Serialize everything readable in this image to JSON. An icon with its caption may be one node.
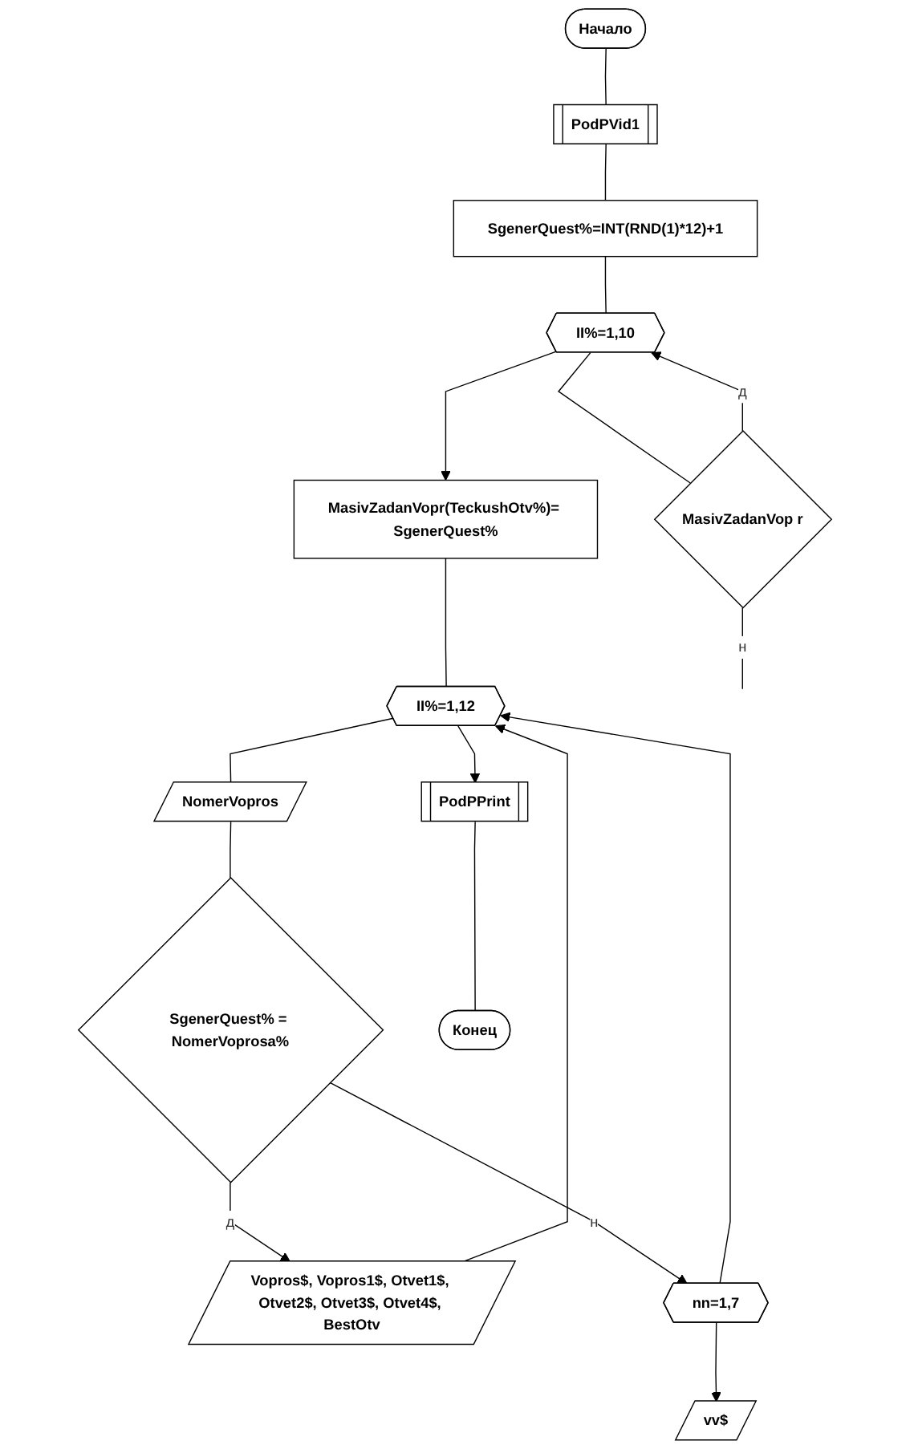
{
  "diagram": {
    "nodes": [
      {
        "text": [
          "Начало"
        ]
      },
      {
        "text": [
          "PodPVid1"
        ]
      },
      {
        "text": [
          "SgenerQuest%=INT(RND(1)*12)+1"
        ]
      },
      {
        "text": [
          "II%=1,10"
        ]
      },
      {
        "text": [
          "MasivZadanVop r"
        ]
      },
      {
        "text": [
          "MasivZadanVopr(TeckushOtv%)= SgenerQuest%"
        ]
      },
      {
        "text": [
          "II%=1,12"
        ]
      },
      {
        "text": [
          "NomerVopros"
        ]
      },
      {
        "text": [
          "SgenerQuest% = NomerVoprosa%"
        ]
      },
      {
        "text": [
          "Vopros$, Vopros1$, Otvet1$, Otvet2$, Otvet3$, Otvet4$, BestOtv"
        ]
      },
      {
        "text": [
          "nn=1,7"
        ]
      },
      {
        "text": [
          "vv$"
        ]
      },
      {
        "text": [
          "PodPPrint"
        ]
      },
      {
        "text": [
          "Конец"
        ]
      }
    ],
    "edges": [
      {
        "from": 0,
        "to": 1,
        "arrow": "none"
      },
      {
        "from": 1,
        "to": 2,
        "arrow": "none"
      },
      {
        "from": 2,
        "to": 3,
        "arrow": "none"
      },
      {
        "from": 3,
        "to": 4,
        "arrow": "none"
      },
      {
        "from": 4,
        "to": 3,
        "arrow": "to",
        "label": "д"
      },
      {
        "from": 4,
        "to": null,
        "arrow": "none",
        "label": "н"
      },
      {
        "from": 3,
        "to": 5,
        "arrow": "to"
      },
      {
        "from": 5,
        "to": 6,
        "arrow": "none"
      },
      {
        "from": 6,
        "to": 7,
        "arrow": "none"
      },
      {
        "from": 7,
        "to": 8,
        "arrow": "none"
      },
      {
        "from": 8,
        "to": 9,
        "arrow": "to",
        "label": "д"
      },
      {
        "from": 8,
        "to": 10,
        "arrow": "to",
        "label": "н"
      },
      {
        "from": 10,
        "to": 11,
        "arrow": "to"
      },
      {
        "from": 9,
        "to": 6,
        "arrow": "to"
      },
      {
        "from": 10,
        "to": 6,
        "arrow": "to"
      },
      {
        "from": 6,
        "to": 12,
        "arrow": "to"
      },
      {
        "from": 12,
        "to": 13,
        "arrow": "none"
      }
    ]
  }
}
